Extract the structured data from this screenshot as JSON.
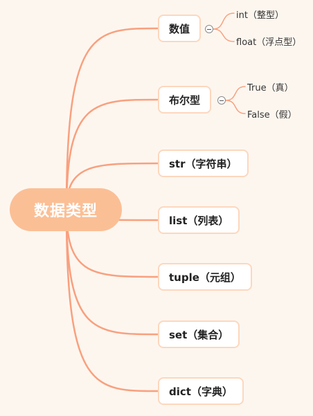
{
  "root": {
    "label": "数据类型"
  },
  "branches": [
    {
      "label": "数值",
      "children": [
        "int（整型）",
        "float（浮点型）"
      ]
    },
    {
      "label": "布尔型",
      "children": [
        "True（真）",
        "False（假）"
      ]
    },
    {
      "label": "str（字符串）"
    },
    {
      "label": "list（列表）"
    },
    {
      "label": "tuple（元组）"
    },
    {
      "label": "set（集合）"
    },
    {
      "label": "dict（字典）"
    }
  ],
  "colors": {
    "root": "#fbbf95",
    "line": "#f9a07e",
    "node_border": "#fdd7bd",
    "background": "#fdf6ef"
  },
  "icons": {
    "collapse": "minus-circle-icon"
  }
}
